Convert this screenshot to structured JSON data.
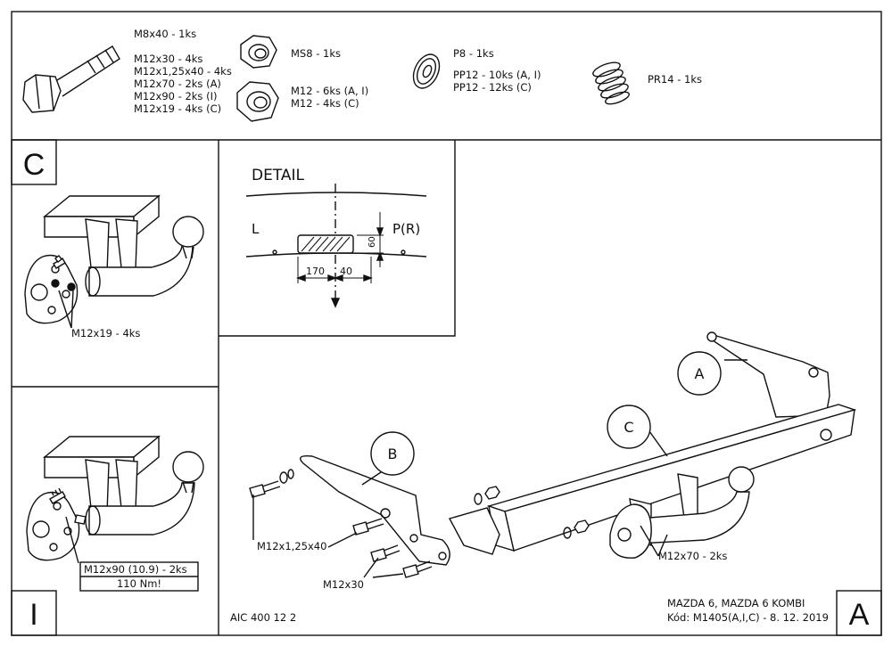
{
  "parts": {
    "bolt": [
      "M8x40 - 1ks",
      "M12x30 - 4ks",
      "M12x1,25x40 - 4ks",
      "M12x70 - 2ks (A)",
      "M12x90 - 2ks (I)",
      "M12x19 - 4ks (C)"
    ],
    "nut_small": "MS8 - 1ks",
    "nut_large": [
      "M12 - 6ks (A, I)",
      "M12 - 4ks (C)"
    ],
    "washer": [
      "P8 - 1ks",
      "PP12 - 10ks (A, I)",
      "PP12 - 12ks (C)"
    ],
    "spring": "PR14 - 1ks"
  },
  "panels": {
    "c_letter": "C",
    "c_bolt_label": "M12x19 - 4ks",
    "i_letter": "I",
    "i_bolt_label": "M12x90 (10.9) - 2ks",
    "i_torque": "110 Nm!"
  },
  "detail": {
    "title": "DETAIL",
    "left": "L",
    "right": "P(R)",
    "dim_height": "60",
    "dim_a": "170",
    "dim_b": "40"
  },
  "main": {
    "callout_a": "A",
    "callout_b": "B",
    "callout_c": "C",
    "label_m12x125x40": "M12x1,25x40",
    "label_m12x30": "M12x30",
    "label_m12x70": "M12x70 - 2ks"
  },
  "footer": {
    "code": "AIC 400 12 2",
    "model": "MAZDA 6, MAZDA 6 KOMBI",
    "kod": "Kód: M1405(A,I,C) - 8. 12. 2019",
    "corner_letter": "A"
  }
}
